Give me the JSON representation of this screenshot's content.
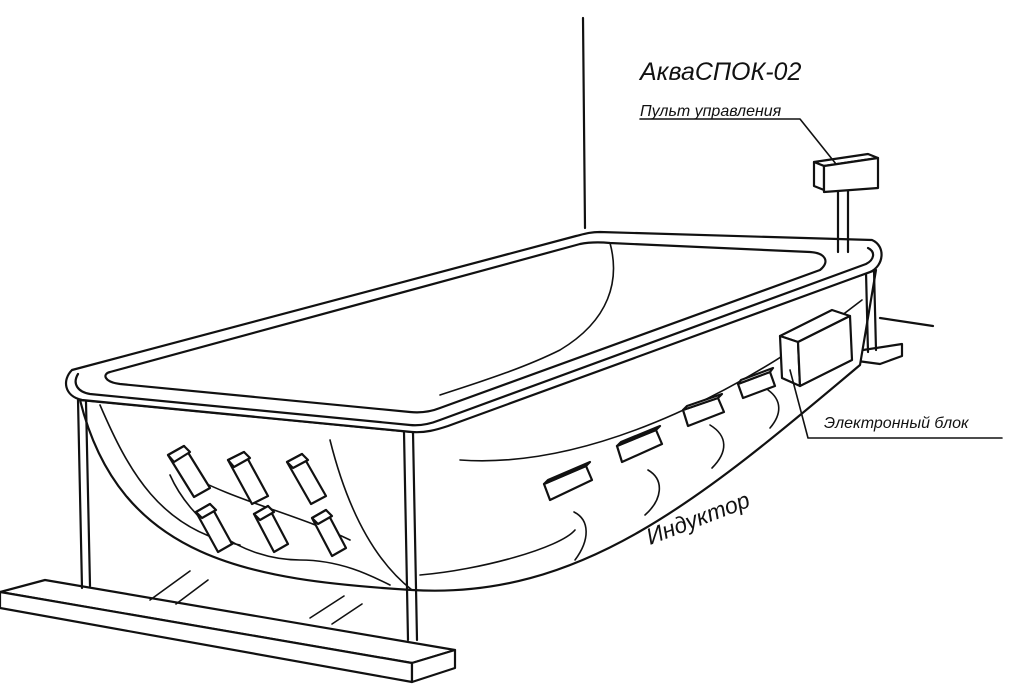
{
  "title": "АкваСПОК-02",
  "labels": {
    "control_panel": "Пульт управления",
    "electronic_unit": "Электронный блок",
    "inductor": "Индуктор"
  },
  "colors": {
    "line": "#111111",
    "background": "#ffffff"
  }
}
